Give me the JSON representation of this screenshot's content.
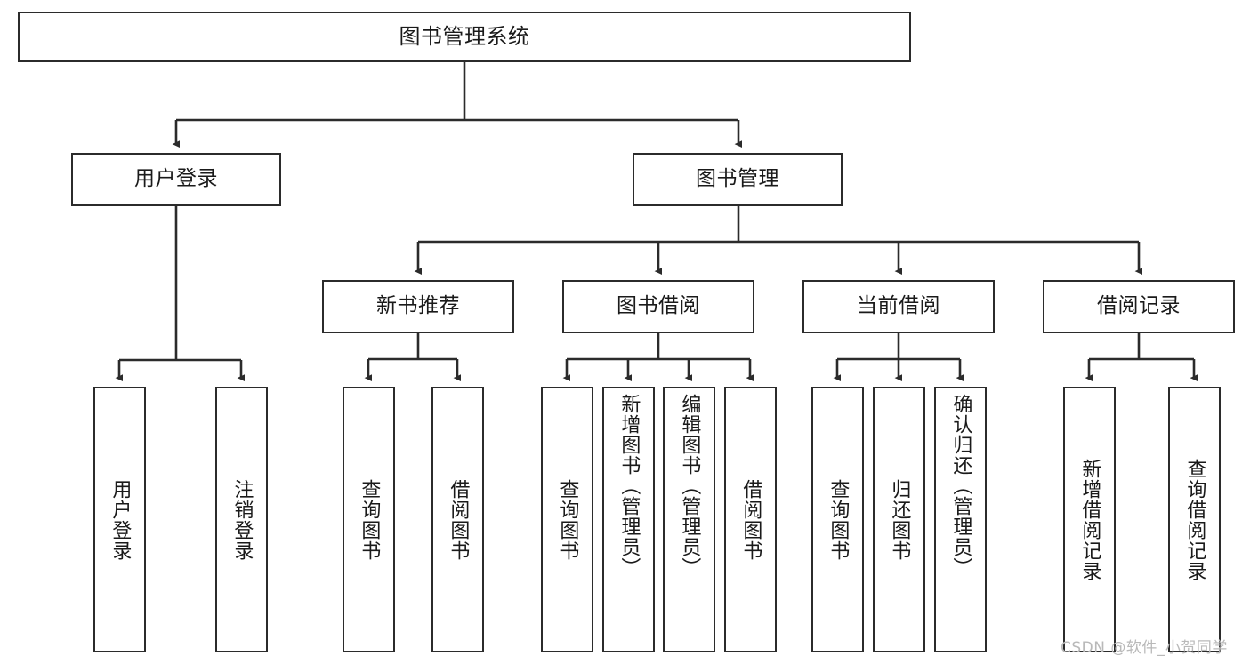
{
  "diagram": {
    "type": "hierarchy-tree",
    "title": "图书管理系统",
    "root": {
      "id": "root",
      "label": "图书管理系统",
      "level": 1
    },
    "level2": [
      {
        "id": "user-login",
        "label": "用户登录"
      },
      {
        "id": "book-manage",
        "label": "图书管理"
      }
    ],
    "level3": [
      {
        "id": "new-book-recommend",
        "label": "新书推荐",
        "parent": "book-manage"
      },
      {
        "id": "book-borrow",
        "label": "图书借阅",
        "parent": "book-manage"
      },
      {
        "id": "current-borrow",
        "label": "当前借阅",
        "parent": "book-manage"
      },
      {
        "id": "borrow-record",
        "label": "借阅记录",
        "parent": "book-manage"
      }
    ],
    "leaves": [
      {
        "id": "leaf-user-login",
        "label": "用户登录",
        "parent": "user-login"
      },
      {
        "id": "leaf-user-logout",
        "label": "注销登录",
        "parent": "user-login"
      },
      {
        "id": "leaf-query-book-1",
        "label": "查询图书",
        "parent": "new-book-recommend"
      },
      {
        "id": "leaf-borrow-book-1",
        "label": "借阅图书",
        "parent": "new-book-recommend"
      },
      {
        "id": "leaf-query-book-2",
        "label": "查询图书",
        "parent": "book-borrow"
      },
      {
        "id": "leaf-add-book",
        "label": "新增图书（管理员）",
        "parent": "book-borrow"
      },
      {
        "id": "leaf-edit-book",
        "label": "编辑图书（管理员）",
        "parent": "book-borrow"
      },
      {
        "id": "leaf-borrow-book-2",
        "label": "借阅图书",
        "parent": "book-borrow"
      },
      {
        "id": "leaf-query-book-3",
        "label": "查询图书",
        "parent": "current-borrow"
      },
      {
        "id": "leaf-return-book",
        "label": "归还图书",
        "parent": "current-borrow"
      },
      {
        "id": "leaf-confirm-return",
        "label": "确认归还（管理员）",
        "parent": "current-borrow"
      },
      {
        "id": "leaf-add-record",
        "label": "新增借阅记录",
        "parent": "borrow-record"
      },
      {
        "id": "leaf-query-record",
        "label": "查询借阅记录",
        "parent": "borrow-record"
      }
    ],
    "colors": {
      "box_border": "#2b2b2b",
      "box_fill": "#ffffff",
      "connector": "#2b2b2b",
      "text": "#1a1a1a",
      "watermark": "#b9b9b9",
      "background": "#ffffff"
    }
  },
  "watermark": {
    "text": "CSDN @软件_小贺同学"
  }
}
